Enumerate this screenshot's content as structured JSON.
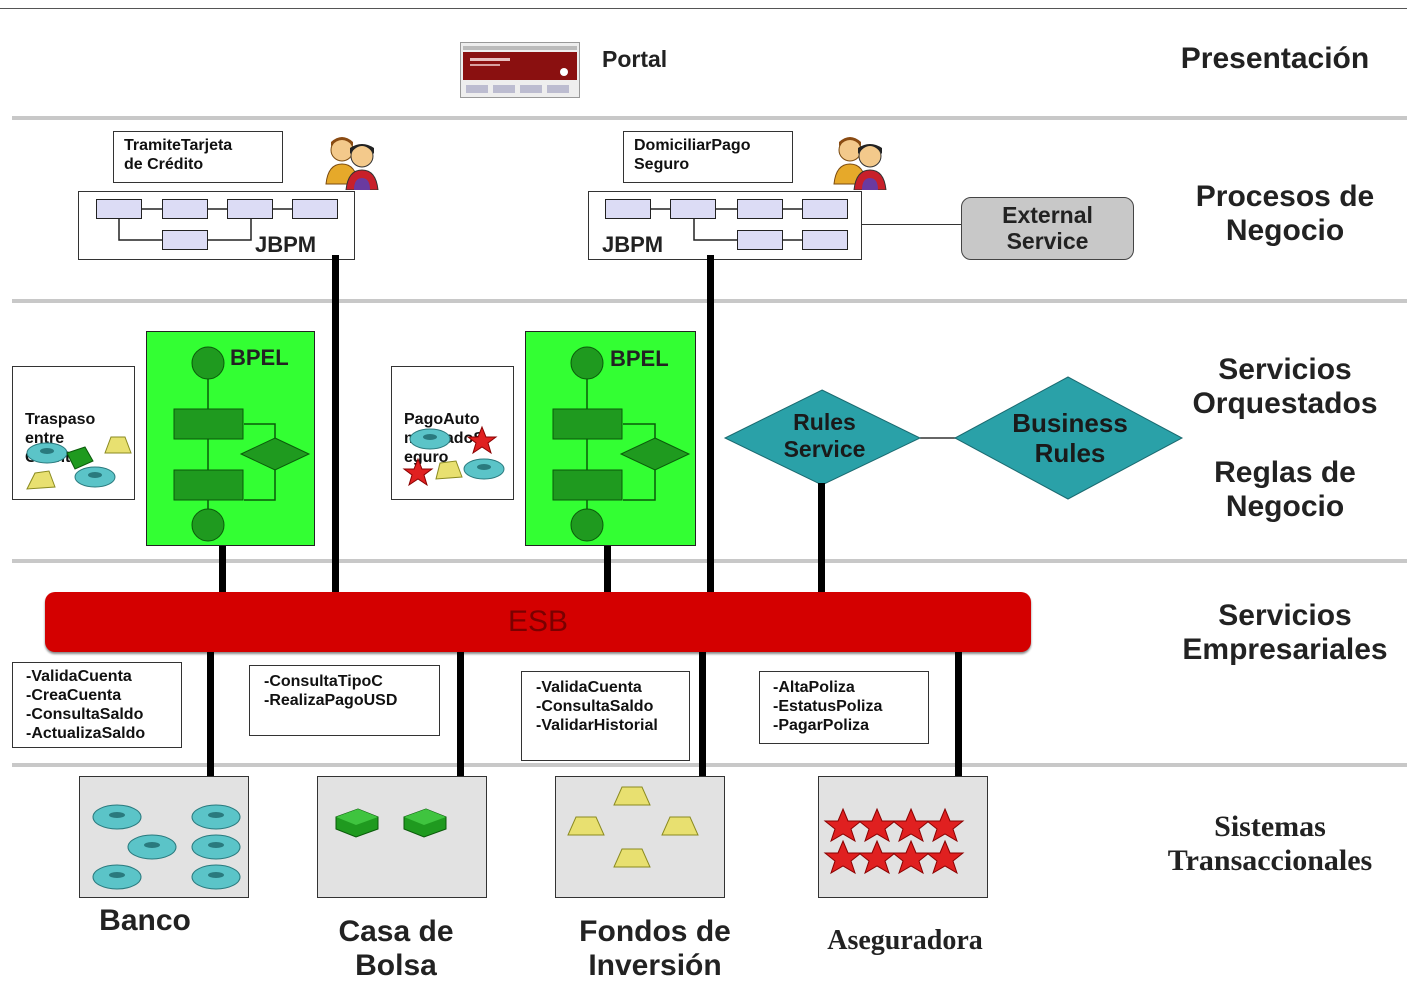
{
  "layers": {
    "presentacion": "Presentación",
    "procesos_1": "Procesos de",
    "procesos_2": "Negocio",
    "orquestados_1": "Servicios",
    "orquestados_2": "Orquestados",
    "reglas_1": "Reglas de",
    "reglas_2": "Negocio",
    "empresariales_1": "Servicios",
    "empresariales_2": "Empresariales",
    "transaccionales_1": "Sistemas",
    "transaccionales_2": "Transaccionales"
  },
  "portal": {
    "label": "Portal"
  },
  "processes": [
    {
      "name": "TramiteTarjeta\nde Crédito",
      "engine": "JBPM"
    },
    {
      "name": "DomiciliarPago\nSeguro",
      "engine": "JBPM"
    }
  ],
  "external_service": {
    "line1": "External",
    "line2": "Service"
  },
  "orchestrated": [
    {
      "name": "Traspaso\nentre\nCuentas",
      "engine": "BPEL"
    },
    {
      "name": "PagoAuto\nmatizadoS\neguro",
      "engine": "BPEL"
    }
  ],
  "rules": {
    "service_1": "Rules",
    "service_2": "Service",
    "business_1": "Business",
    "business_2": "Rules",
    "color": "#2aa1a8"
  },
  "esb": {
    "label": "ESB",
    "color": "#d40000"
  },
  "operations": [
    "-ValidaCuenta\n-CreaCuenta\n-ConsultaSaldo\n-ActualizaSaldo",
    "-ConsultaTipoC\n-RealizaPagoUSD",
    "-ValidaCuenta\n-ConsultaSaldo\n-ValidarHistorial",
    "-AltaPoliza\n-EstatusPoliza\n-PagarPoliza"
  ],
  "systems": {
    "banco": "Banco",
    "casa_1": "Casa de",
    "casa_2": "Bolsa",
    "fondos_1": "Fondos de",
    "fondos_2": "Inversión",
    "aseguradora": "Aseguradora"
  },
  "colors": {
    "bpel": "#33ff33",
    "task": "#dcdcf5",
    "separator": "#c8c8c8"
  }
}
